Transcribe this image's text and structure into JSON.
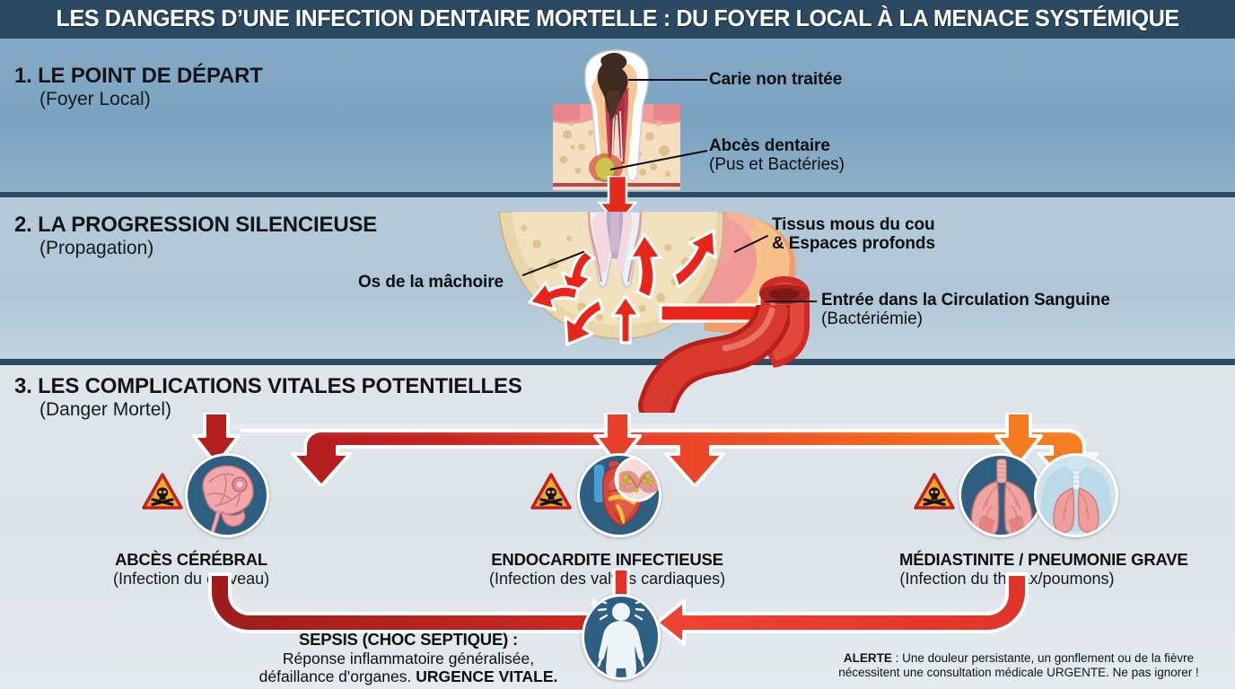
{
  "header": {
    "title": "LES DANGERS D’UNE INFECTION DENTAIRE MORTELLE : DU FOYER LOCAL À LA MENACE SYSTÉMIQUE",
    "bg_color": "#2b4a62",
    "text_color": "#ffffff"
  },
  "sections": [
    {
      "number": "1.",
      "title": "LE POINT DE DÉPART",
      "subtitle": "(Foyer Local)",
      "bg_color": "#7ba3c1",
      "callouts": [
        {
          "line1": "Carie non traitée",
          "line2": ""
        },
        {
          "line1": "Abcès dentaire",
          "line2": "(Pus et Bactéries)"
        }
      ]
    },
    {
      "number": "2.",
      "title": "LA PROGRESSION SILENCIEUSE",
      "subtitle": "(Propagation)",
      "bg_color": "#b0c6d6",
      "callouts": [
        {
          "line1": "Os de la mâchoire",
          "line2": ""
        },
        {
          "line1": "Tissus mous du cou",
          "line2": "& Espaces profonds"
        },
        {
          "line1": "Entrée dans la Circulation Sanguine",
          "line2": "(Bactériémie)"
        }
      ]
    },
    {
      "number": "3.",
      "title": "LES COMPLICATIONS VITALES POTENTIELLES",
      "subtitle": "(Danger Mortel)",
      "bg_color": "#dce3e9",
      "callouts": []
    }
  ],
  "complications": [
    {
      "id": "brain",
      "name": "ABCÈS CÉRÉBRAL",
      "detail": "(Infection du cerveau)",
      "icon": "brain-icon",
      "hazard_icon": "skull-hazard-icon",
      "arrow_color": "#c0201f"
    },
    {
      "id": "heart",
      "name": "ENDOCARDITE INFECTIEUSE",
      "detail": "(Infection des valves cardiaques)",
      "icon": "heart-icon",
      "hazard_icon": "skull-hazard-icon",
      "arrow_color": "#e8402a"
    },
    {
      "id": "lungs",
      "name": "MÉDIASTINITE / PNEUMONIE GRAVE",
      "detail": "(Infection du thorax/poumons)",
      "icon": "lungs-icon",
      "hazard_icon": "skull-hazard-icon",
      "arrow_color": "#f47b20"
    }
  ],
  "sepsis": {
    "title": "SEPSIS (CHOC SEPTIQUE) :",
    "line2": "Réponse inflammatoire généralisée,",
    "line3_pre": "défaillance d'organes. ",
    "line3_bold": "URGENCE VITALE.",
    "icon": "human-body-icon"
  },
  "alert": {
    "label": "ALERTE",
    "separator": " : ",
    "line1": "Une douleur persistante, un gonflement ou de la fièvre",
    "line2": "nécessitent une consultation médicale URGENTE. Ne pas ignorer !"
  },
  "colors": {
    "arrow_red": "#e22b1c",
    "arrow_dark_red": "#b4201e",
    "arrow_orange": "#f47b20",
    "circle_navy": "#2f5f80",
    "hazard_yellow": "#f6a623",
    "hazard_border": "#c0201f"
  }
}
